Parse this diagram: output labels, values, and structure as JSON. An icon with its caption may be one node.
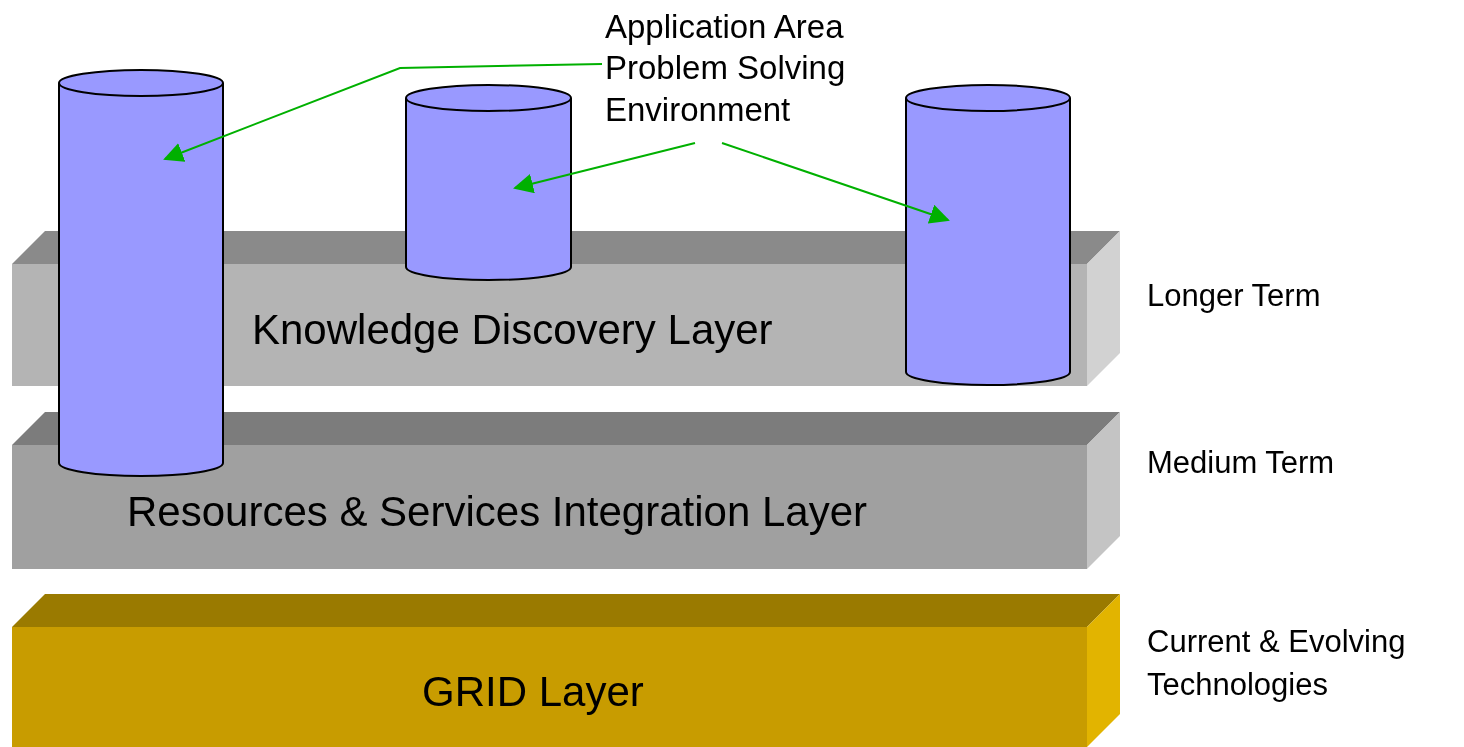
{
  "diagram": {
    "nodes": [
      {
        "text": [
          "Application Area Problem Solving Environment"
        ]
      },
      {
        "text": [],
        "shape": "cylinder"
      },
      {
        "text": [],
        "shape": "cylinder"
      },
      {
        "text": [],
        "shape": "cylinder"
      },
      {
        "text": [
          "Knowledge Discovery Layer"
        ],
        "beside": [
          "Longer Term"
        ]
      },
      {
        "text": [
          "Resources & Services Integration Layer"
        ],
        "beside": [
          "Medium Term"
        ]
      },
      {
        "text": [
          "GRID Layer"
        ],
        "beside": [
          "Current & Evolving Technologies"
        ]
      }
    ],
    "edges": [
      {
        "from": 0,
        "to": 2,
        "arrow": "to"
      },
      {
        "from": 0,
        "to": 1,
        "arrow": "to"
      },
      {
        "from": 0,
        "to": 3,
        "arrow": "to"
      }
    ]
  }
}
